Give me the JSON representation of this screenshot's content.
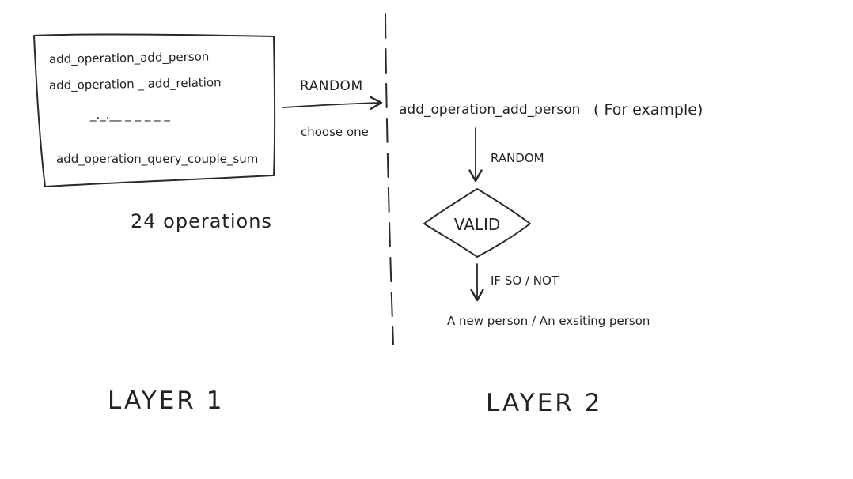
{
  "layer1": {
    "box_items": [
      "add_operation_add_person",
      "add_operation _ add_relation",
      "_._.__ _ _ _ _ _",
      "add_operation_query_couple_sum"
    ],
    "count_label": "24 operations",
    "layer_label": "LAYER 1"
  },
  "connector": {
    "top_label": "RANDOM",
    "bottom_label": "choose one"
  },
  "layer2": {
    "chosen_operation": "add_operation_add_person",
    "example_note": "( For example)",
    "random_label": "RANDOM",
    "decision_label": "VALID",
    "branch_label": "IF SO / NOT",
    "outcome_label": "A new person  /  An exsiting person",
    "layer_label": "LAYER 2"
  },
  "colors": {
    "ink": "#222222",
    "background": "#ffffff"
  }
}
